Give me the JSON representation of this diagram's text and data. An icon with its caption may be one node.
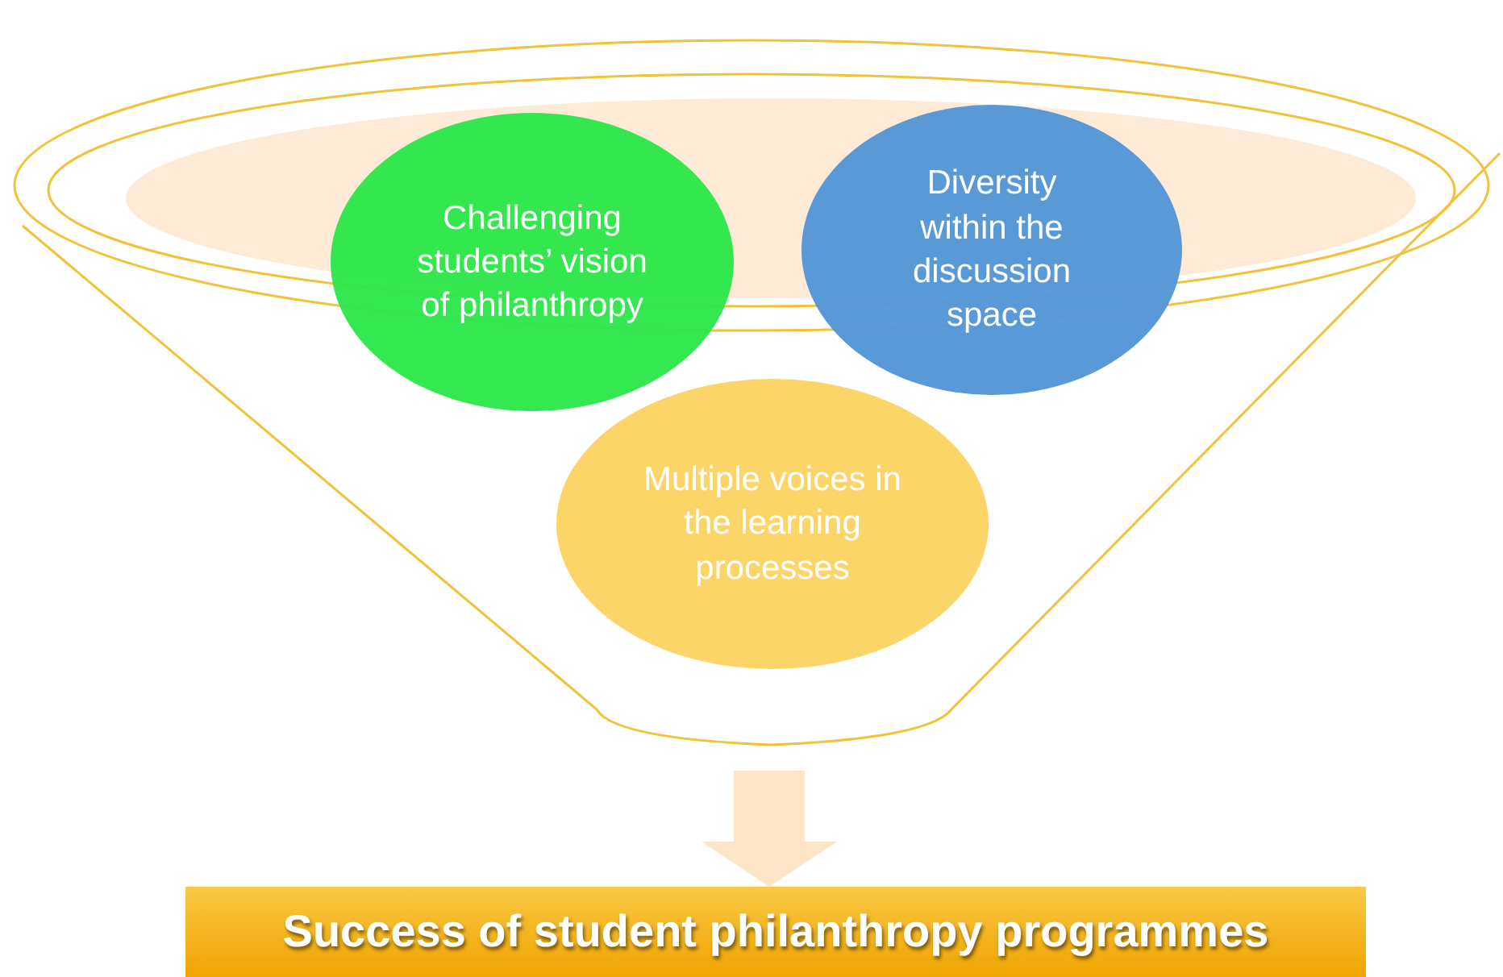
{
  "diagram": {
    "nodes": [
      {
        "text": [],
        "shape": "funnel"
      },
      {
        "text": [
          "Challenging students’ vision of philanthropy"
        ],
        "in": 0
      },
      {
        "text": [
          "Diversity within the discussion space"
        ],
        "in": 0
      },
      {
        "text": [
          "Multiple voices in the learning processes"
        ],
        "in": 0
      },
      {
        "text": [
          "Success of student philanthropy programmes"
        ]
      }
    ],
    "edges": [
      {
        "from": 0,
        "to": 4,
        "arrow": "to"
      }
    ]
  }
}
